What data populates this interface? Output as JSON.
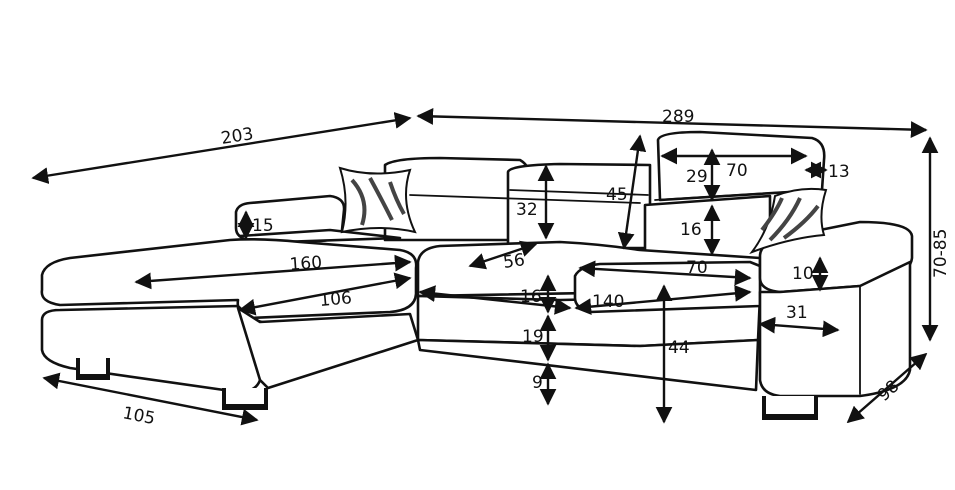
{
  "diagram": {
    "line_color": "#111111",
    "background": "#ffffff",
    "dimensions": {
      "overall_left_depth": "203",
      "overall_width": "289",
      "height_range": "70-85",
      "right_depth": "98",
      "left_bottom_width": "105",
      "left_arm_height": "15",
      "headrest_width": "70",
      "headrest_depth": "13",
      "headrest_height": "29",
      "backrest_height_left": "32",
      "backrest_height_mid": "45",
      "back_lower": "16",
      "seat_left_length": "160",
      "seat_left_inner": "106",
      "seat_depth": "56",
      "seat_width_right": "70",
      "arm_height": "10",
      "seat_thickness": "16",
      "seat_front": "140",
      "arm_width": "31",
      "base_height": "19",
      "seat_height": "44",
      "leg_height": "9"
    }
  }
}
